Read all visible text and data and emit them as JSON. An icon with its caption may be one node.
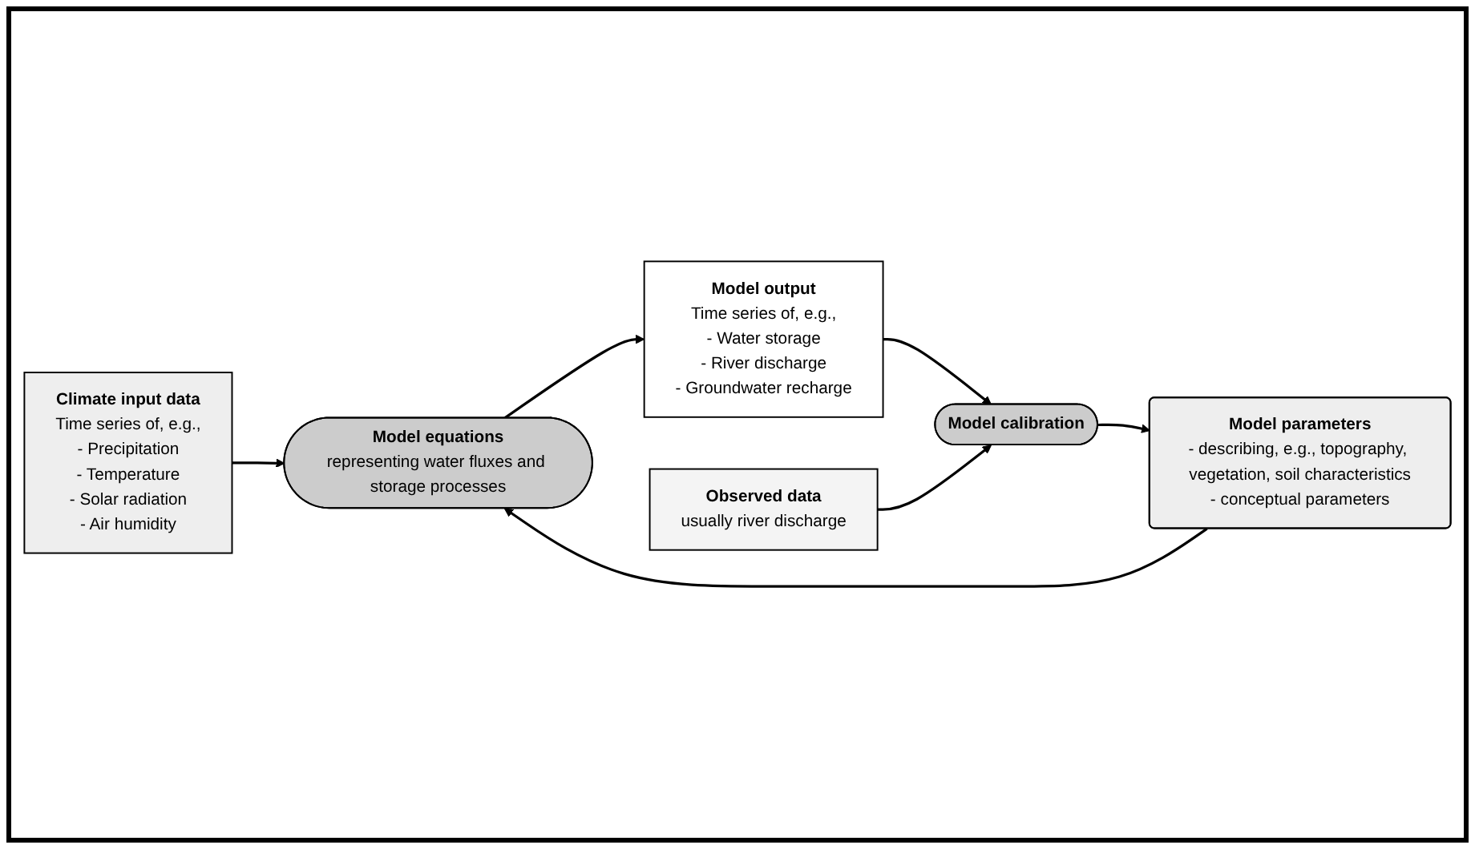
{
  "diagram": {
    "nodes": [
      {
        "text": [
          "Climate input data",
          "Time series of, e.g.,",
          "- Precipitation",
          "- Temperature",
          "- Solar radiation",
          "- Air humidity"
        ]
      },
      {
        "text": [
          "Model equations",
          "representing water fluxes and storage processes"
        ]
      },
      {
        "text": [
          "Model output",
          "Time series of, e.g.,",
          "- Water storage",
          "- River discharge",
          "- Groundwater recharge"
        ]
      },
      {
        "text": [
          "Model parameters",
          "- describing, e.g., topography, vegetation, soil characteristics",
          "- conceptual parameters"
        ]
      },
      {
        "text": [
          "Model calibration"
        ]
      },
      {
        "text": [
          "Observed data",
          "usually river discharge"
        ]
      }
    ],
    "edges": [
      {
        "from": 0,
        "to": 1,
        "arrow": "to"
      },
      {
        "from": 1,
        "to": 2,
        "arrow": "to"
      },
      {
        "from": 3,
        "to": 1,
        "arrow": "to"
      },
      {
        "from": 2,
        "to": 4,
        "arrow": "to"
      },
      {
        "from": 4,
        "to": 3,
        "arrow": "to"
      },
      {
        "from": 5,
        "to": 4,
        "arrow": "to"
      }
    ]
  }
}
